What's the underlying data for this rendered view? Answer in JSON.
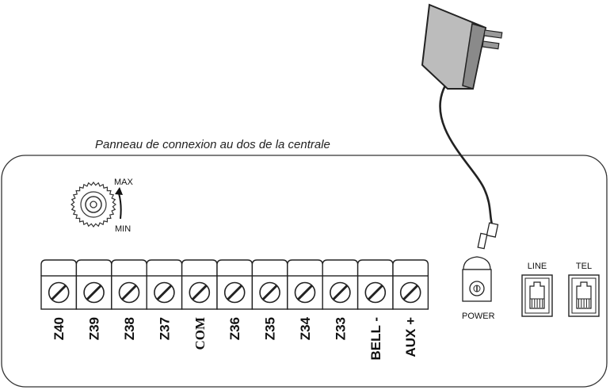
{
  "caption": "Panneau de connexion au dos de la centrale",
  "knob": {
    "max_label": "MAX",
    "min_label": "MIN"
  },
  "terminals": [
    {
      "label": "Z40",
      "serif": false
    },
    {
      "label": "Z39",
      "serif": false
    },
    {
      "label": "Z38",
      "serif": false
    },
    {
      "label": "Z37",
      "serif": false
    },
    {
      "label": "COM",
      "serif": true
    },
    {
      "label": "Z36",
      "serif": false
    },
    {
      "label": "Z35",
      "serif": false
    },
    {
      "label": "Z34",
      "serif": false
    },
    {
      "label": "Z33",
      "serif": false
    },
    {
      "label": "BELL -",
      "serif": false
    },
    {
      "label": "AUX  +",
      "serif": false
    }
  ],
  "power_label": "POWER",
  "jacks": [
    {
      "label": "LINE"
    },
    {
      "label": "TEL"
    }
  ]
}
